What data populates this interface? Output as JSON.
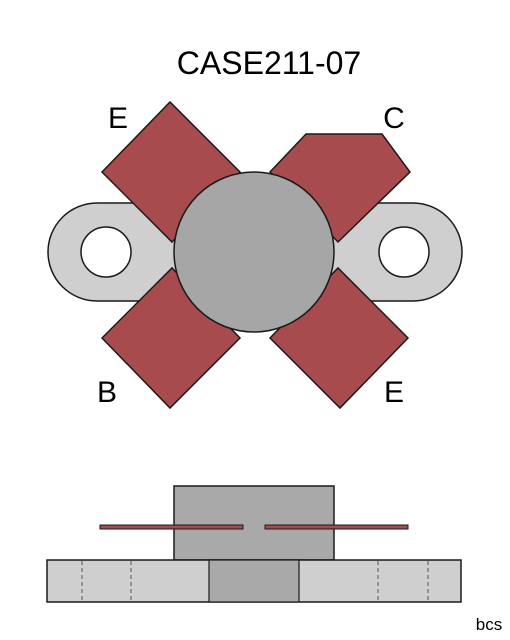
{
  "diagram": {
    "title": "CASE211-07",
    "pins": {
      "top_left": "E",
      "top_right": "C",
      "bottom_left": "B",
      "bottom_right": "E"
    },
    "credit": "bcs"
  },
  "colors": {
    "lead": "#a84b4e",
    "body": "#a6a6a6",
    "flange": "#cfcfcf",
    "side_body": "#a9a9a9",
    "stroke": "#1a1a1a"
  }
}
